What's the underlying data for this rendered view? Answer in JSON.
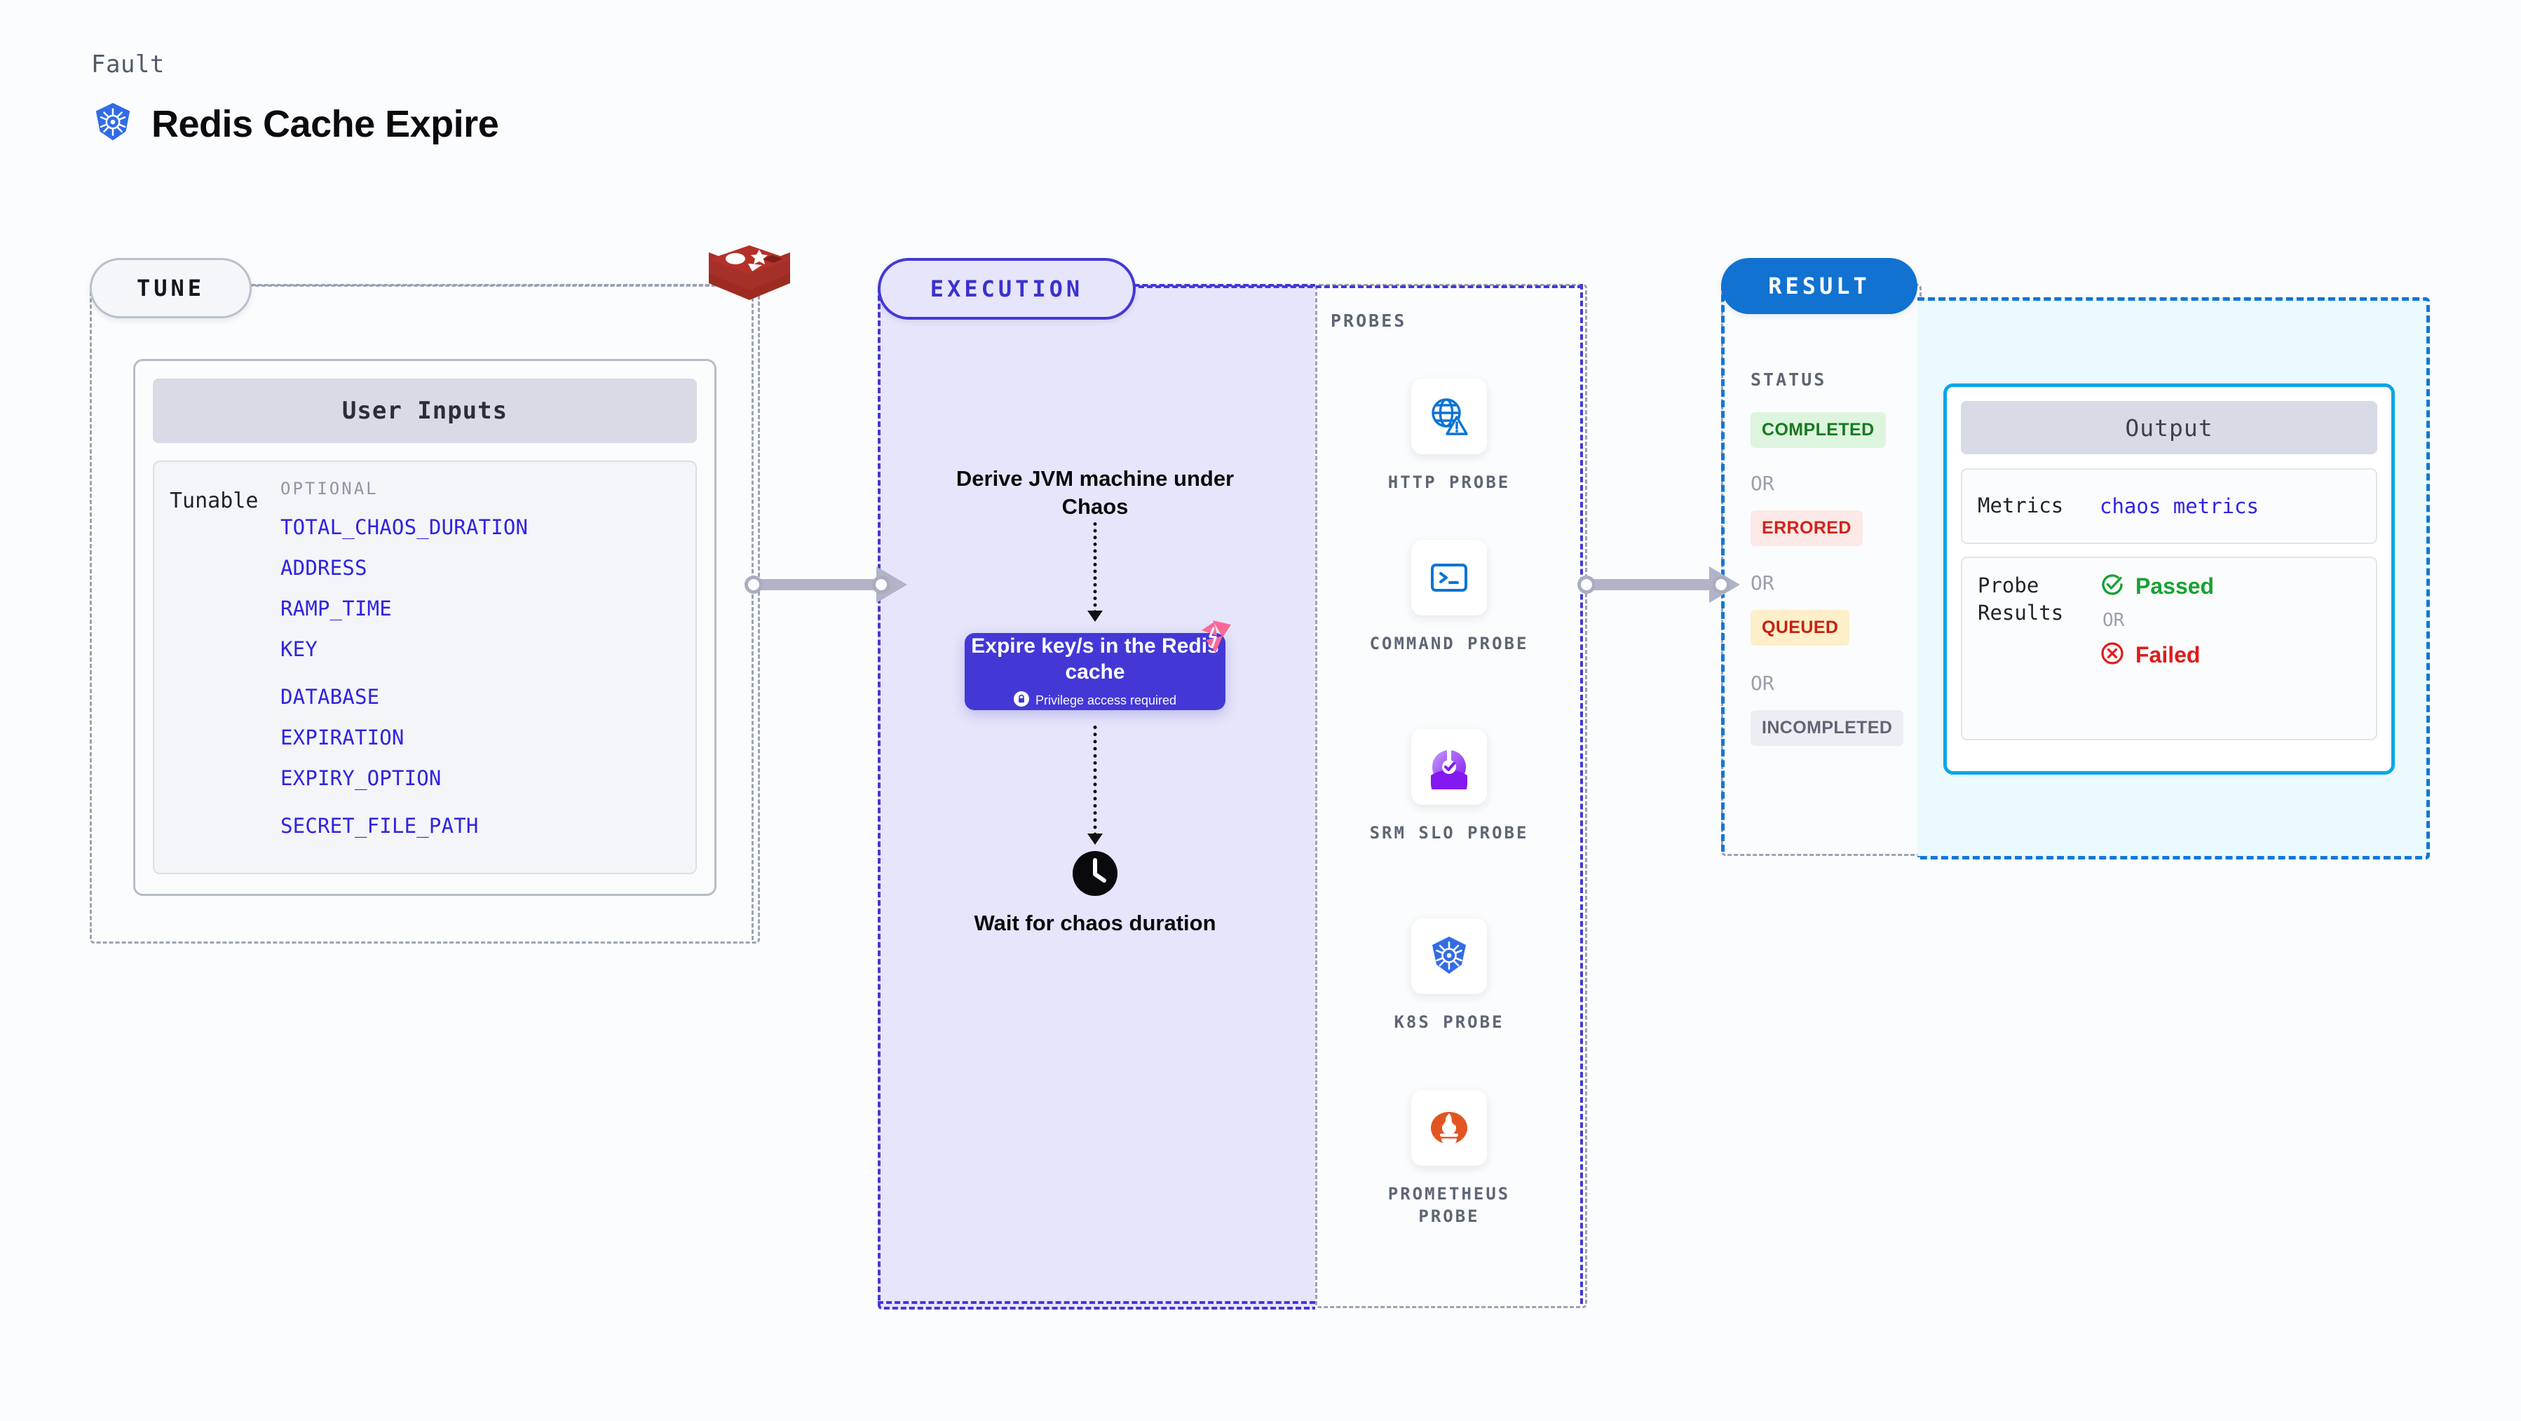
{
  "header": {
    "fault_label": "Fault",
    "title": "Redis Cache Expire",
    "logo_icon": "kubernetes-icon"
  },
  "tune": {
    "pill_label": "TUNE",
    "source_logo_icon": "redis-icon",
    "user_inputs": {
      "header": "User Inputs",
      "row_label": "Tunable",
      "group_label": "OPTIONAL",
      "params": [
        "TOTAL_CHAOS_DURATION",
        "ADDRESS",
        "RAMP_TIME",
        "KEY",
        "DATABASE",
        "EXPIRATION",
        "EXPIRY_OPTION",
        "SECRET_FILE_PATH"
      ]
    }
  },
  "execution": {
    "pill_label": "EXECUTION",
    "step_1": "Derive JVM machine under Chaos",
    "action_card": {
      "title": "Expire key/s in the Redis cache",
      "privilege_note": "Privilege access required",
      "lock_icon": "lock-icon",
      "corner_icon": "harness-icon"
    },
    "step_3": "Wait for chaos duration",
    "clock_icon": "clock-icon"
  },
  "probes": {
    "label": "PROBES",
    "items": [
      {
        "name": "HTTP PROBE",
        "icon": "globe-alert-icon"
      },
      {
        "name": "COMMAND PROBE",
        "icon": "terminal-icon"
      },
      {
        "name": "SRM SLO PROBE",
        "icon": "srm-slo-icon"
      },
      {
        "name": "K8S PROBE",
        "icon": "kubernetes-icon"
      },
      {
        "name": "PROMETHEUS PROBE",
        "icon": "prometheus-icon"
      }
    ]
  },
  "result": {
    "pill_label": "RESULT",
    "status_label": "STATUS",
    "or_label": "OR",
    "statuses": [
      {
        "label": "COMPLETED",
        "bg": "#ddf5de",
        "fg": "#17791f"
      },
      {
        "label": "ERRORED",
        "bg": "#fde9e7",
        "fg": "#d0241c"
      },
      {
        "label": "QUEUED",
        "bg": "#fdefc9",
        "fg": "#c8200f"
      },
      {
        "label": "INCOMPLETED",
        "bg": "#eceef3",
        "fg": "#5e6675"
      }
    ],
    "output": {
      "header": "Output",
      "metrics_key": "Metrics",
      "metrics_value": "chaos metrics",
      "probe_results_key": "Probe Results",
      "passed_label": "Passed",
      "failed_label": "Failed",
      "or_label": "OR",
      "passed_icon": "check-circle-icon",
      "failed_icon": "x-circle-icon"
    }
  },
  "colors": {
    "accent_indigo": "#4338d6",
    "accent_blue": "#1172d1",
    "param_blue": "#3024e0",
    "redis_red": "#b4312a",
    "harness_pink": "#f96897",
    "pass_green": "#18a233",
    "fail_red": "#e01b1b"
  }
}
